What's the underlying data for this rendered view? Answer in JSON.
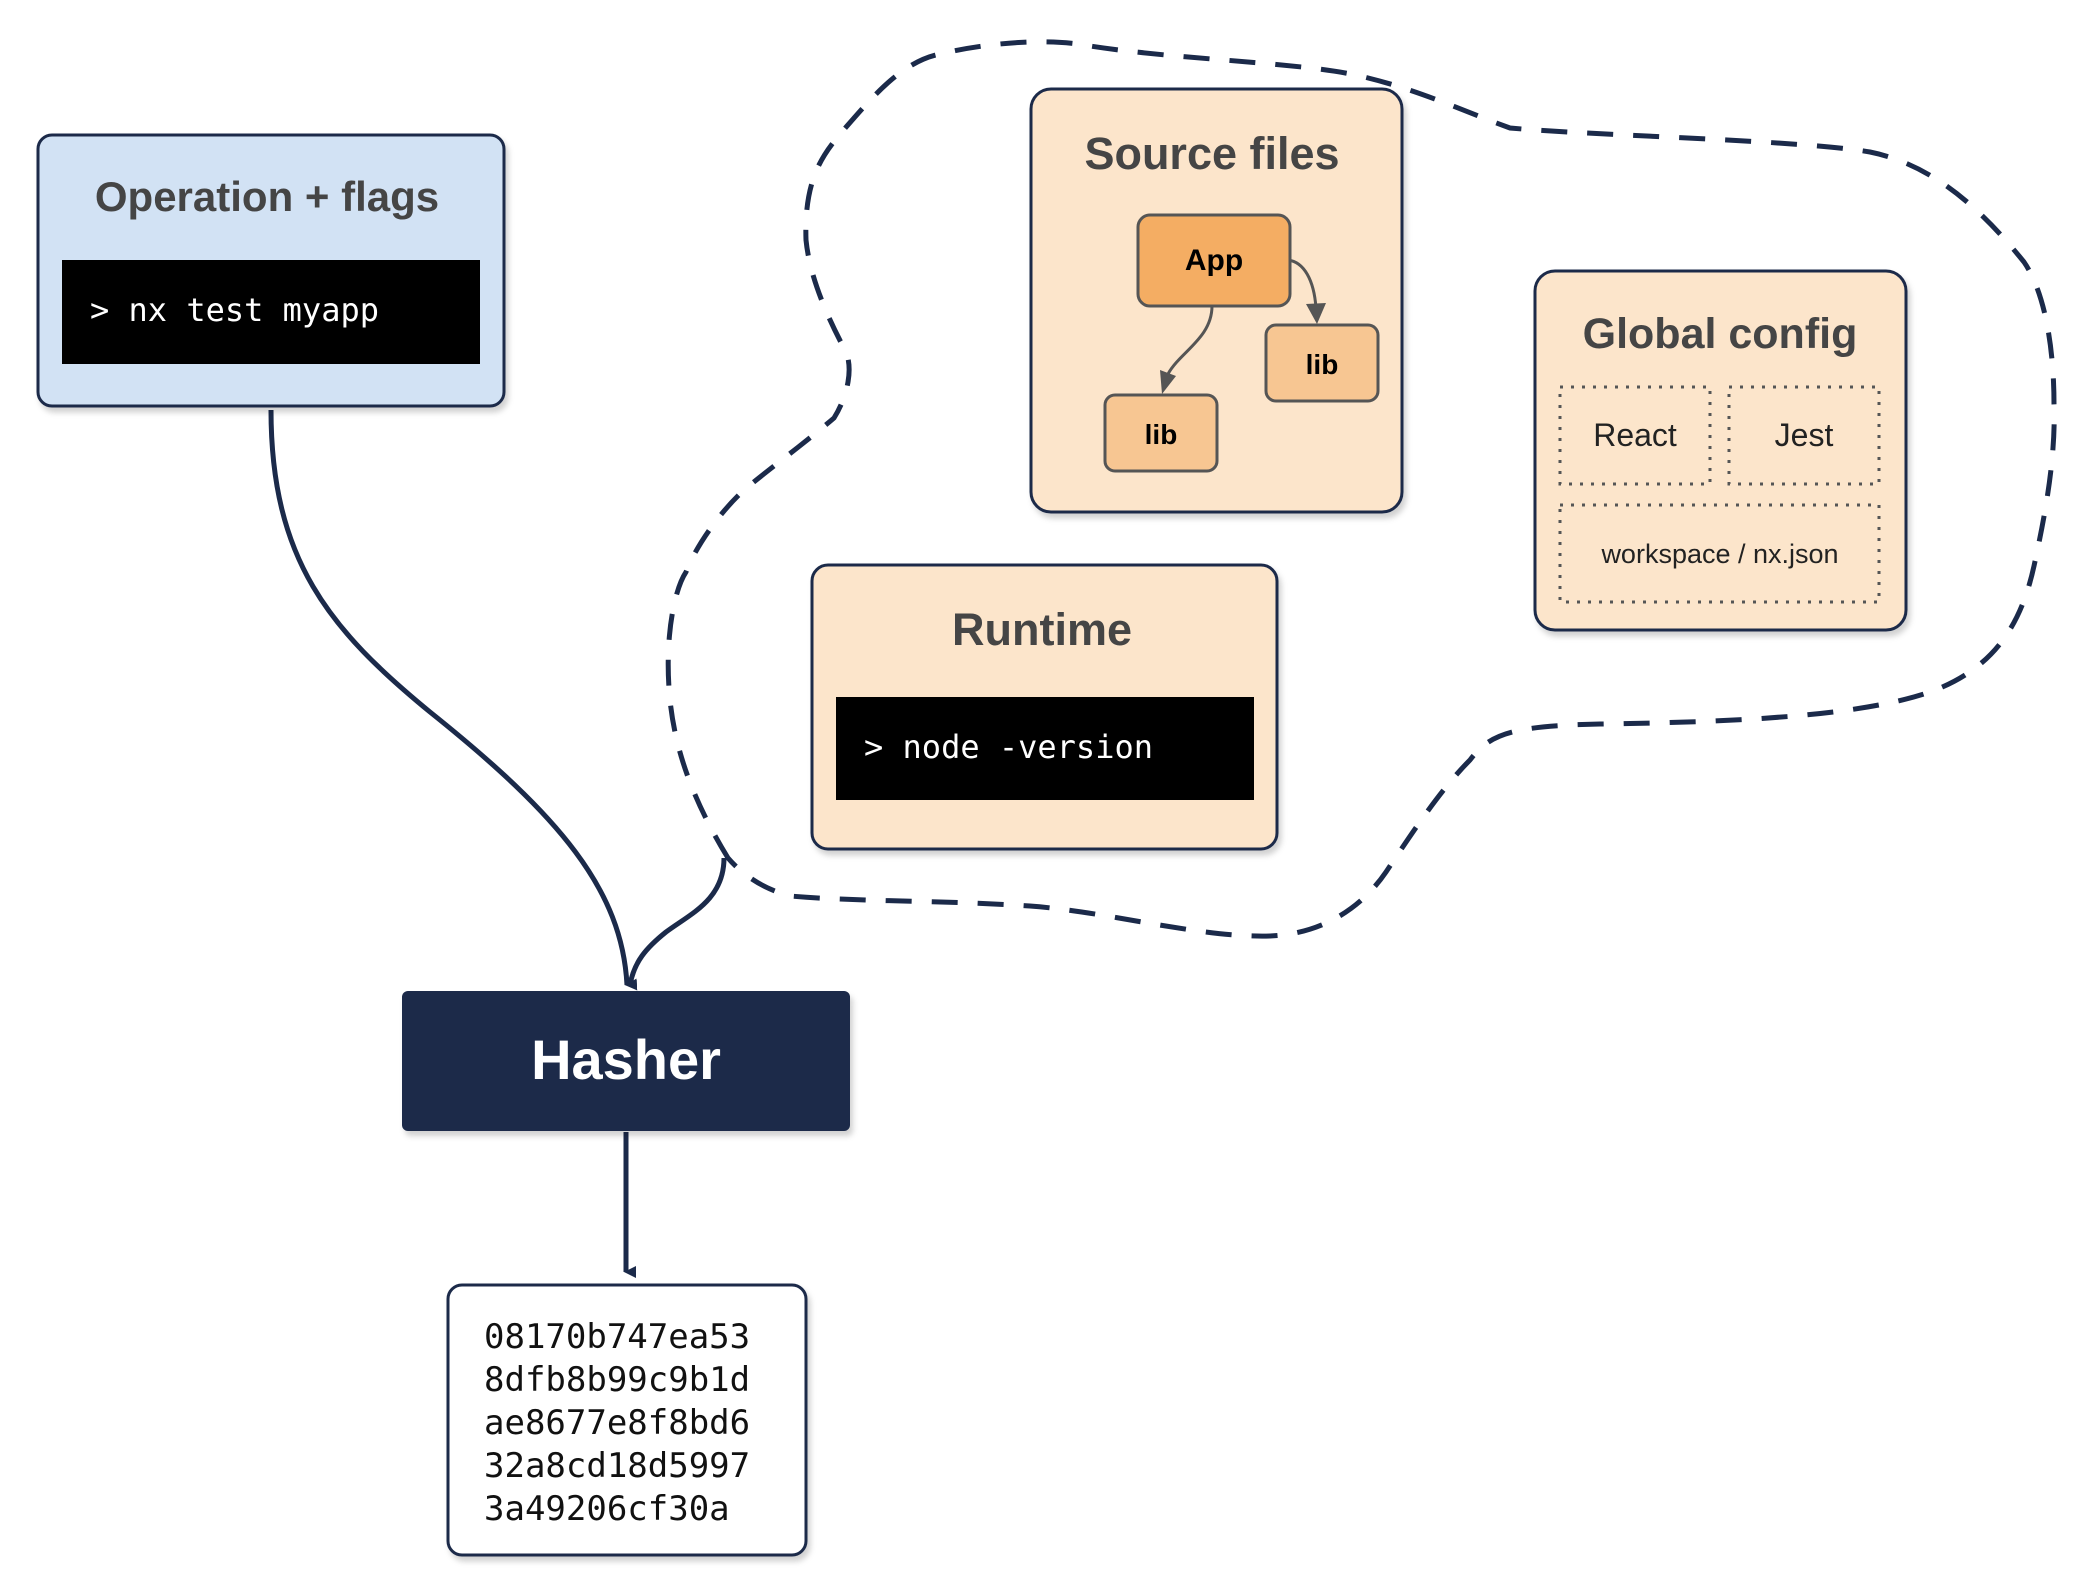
{
  "colors": {
    "navy": "#1b2a4a",
    "blue_box": "#d2e2f4",
    "peach_box": "#fce5cb",
    "app_node": "#f4ad63",
    "lib_node": "#f7c692",
    "terminal": "#000000",
    "white": "#ffffff",
    "text_gray": "#454545"
  },
  "operation": {
    "title": "Operation + flags",
    "command": "> nx test myapp"
  },
  "source_files": {
    "title": "Source files",
    "app": "App",
    "lib_right": "lib",
    "lib_left": "lib"
  },
  "global_config": {
    "title": "Global config",
    "react": "React",
    "jest": "Jest",
    "workspace": "workspace / nx.json"
  },
  "runtime": {
    "title": "Runtime",
    "command": "> node -version"
  },
  "hasher": {
    "label": "Hasher"
  },
  "hash_output": {
    "lines": [
      "08170b747ea53",
      "8dfb8b99c9b1d",
      "ae8677e8f8bd6",
      "32a8cd18d5997",
      "3a49206cf30a"
    ]
  }
}
